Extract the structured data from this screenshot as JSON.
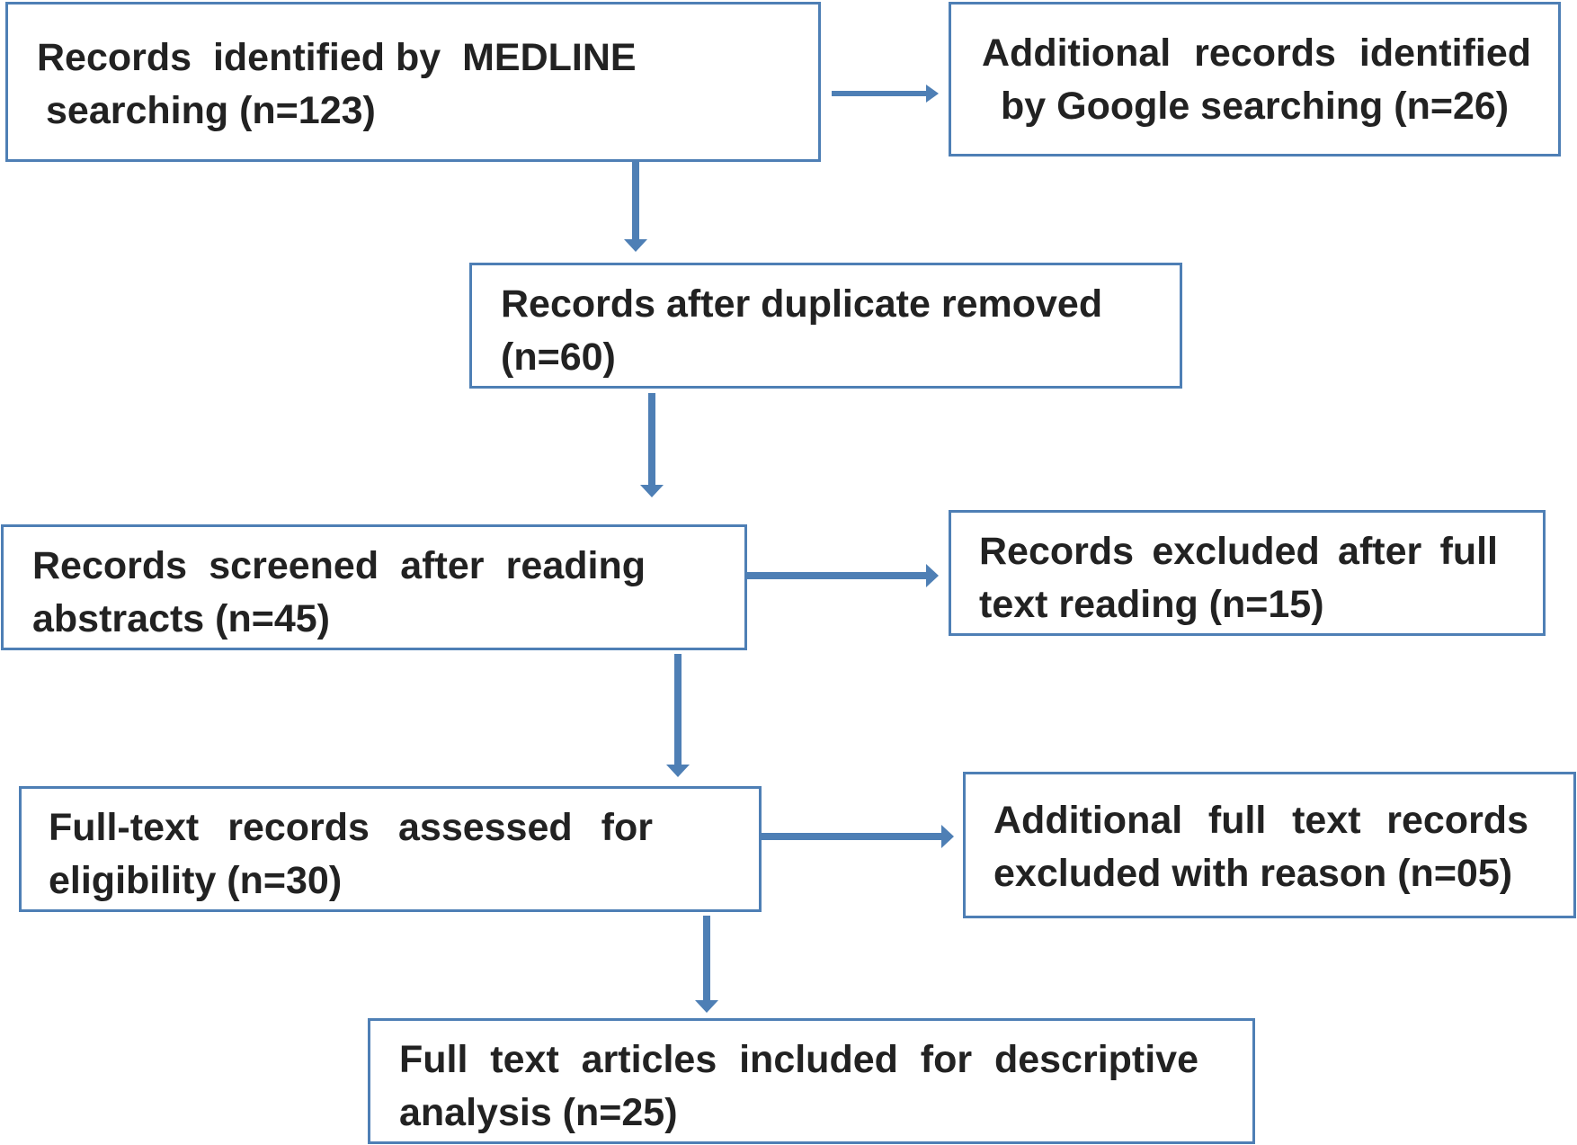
{
  "boxes": {
    "medline": {
      "lines": [
        "Records  identified by  MEDLINE",
        "searching (n=123)"
      ]
    },
    "google": {
      "lines": [
        "Additional  records  identified",
        "by Google searching (n=26)"
      ]
    },
    "duplicates": {
      "lines": [
        "Records after duplicate removed",
        "(n=60)"
      ]
    },
    "screened": {
      "lines": [
        "Records  screened  after  reading",
        "abstracts (n=45)"
      ]
    },
    "excluded_full": {
      "lines": [
        "Records  excluded  after full",
        "text reading (n=15)"
      ]
    },
    "assessed": {
      "lines": [
        "Full-text  records  assessed  for",
        "eligibility (n=30)"
      ]
    },
    "excluded_reason": {
      "lines": [
        "Additional  full  text  records",
        "excluded with  reason (n=05)"
      ]
    },
    "included": {
      "lines": [
        "Full  text  articles  included  for  descriptive",
        "analysis (n=25)"
      ]
    }
  },
  "colors": {
    "border": "#4e7fb5",
    "arrow": "#4e7fb5",
    "text": "#222222"
  }
}
